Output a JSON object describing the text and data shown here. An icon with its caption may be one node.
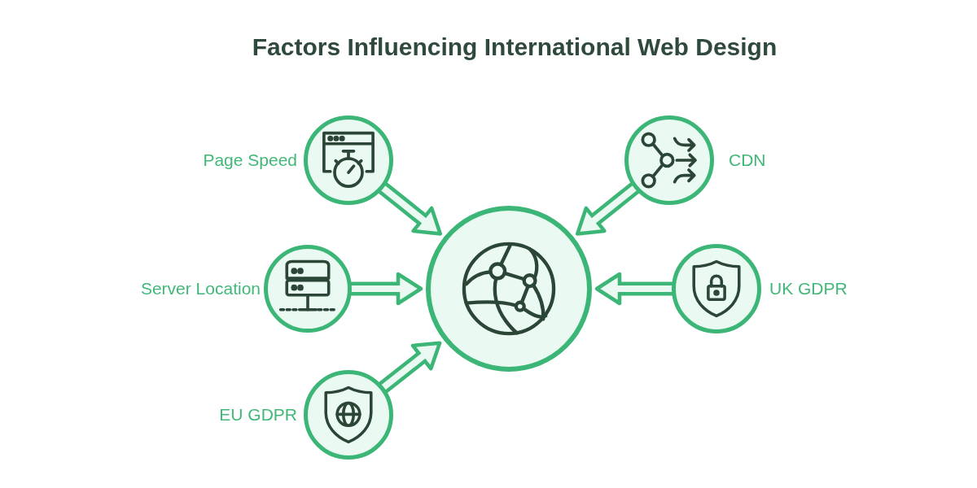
{
  "diagram": {
    "title": "Factors Influencing International Web Design",
    "nodes": [
      {
        "text": [
          "Page Speed"
        ]
      },
      {
        "text": [
          "CDN"
        ]
      },
      {
        "text": [
          "Server Location"
        ]
      },
      {
        "text": [],
        "shape": "circle"
      },
      {
        "text": [
          "UK GDPR"
        ]
      },
      {
        "text": [
          "EU GDPR"
        ]
      }
    ],
    "edges": [
      {
        "from": 0,
        "to": 3,
        "arrow": "to"
      },
      {
        "from": 1,
        "to": 3,
        "arrow": "to"
      },
      {
        "from": 2,
        "to": 3,
        "arrow": "to"
      },
      {
        "from": 4,
        "to": 3,
        "arrow": "to"
      },
      {
        "from": 5,
        "to": 3,
        "arrow": "to"
      }
    ]
  }
}
